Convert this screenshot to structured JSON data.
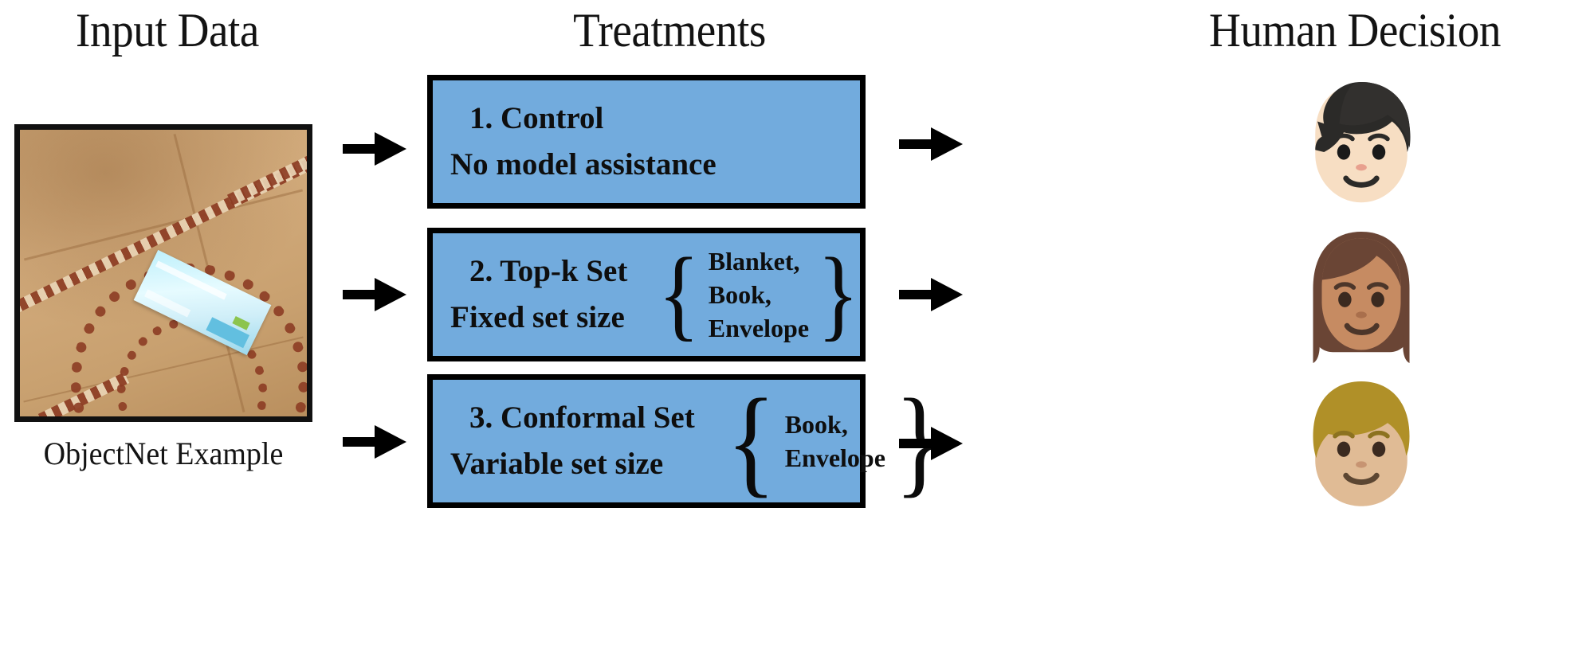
{
  "figure": {
    "type": "experiment-pipeline-diagram",
    "columns": [
      {
        "id": "input",
        "header": "Input Data"
      },
      {
        "id": "treatments",
        "header": "Treatments"
      },
      {
        "id": "human",
        "header": "Human Decision"
      }
    ]
  },
  "headers": {
    "input": "Input Data",
    "treatments": "Treatments",
    "human": "Human Decision"
  },
  "input_panel": {
    "caption": "ObjectNet Example",
    "image_description": "Photograph of a patterned tiled floor with a light blue envelope lying on it",
    "frame_color": "#111111"
  },
  "treatments": [
    {
      "index": "1.",
      "title": "1. Control",
      "subtitle": "No model assistance",
      "set": null,
      "fill": "#72ABDD",
      "border": "#000000"
    },
    {
      "index": "2.",
      "title": "2. Top-k Set",
      "subtitle": "Fixed set size",
      "set": {
        "open_brace": "{",
        "close_brace": "}",
        "items": [
          "Blanket,",
          "Book,",
          "Envelope"
        ]
      },
      "fill": "#72ABDD",
      "border": "#000000"
    },
    {
      "index": "3.",
      "title": "3. Conformal Set",
      "subtitle": "Variable set size",
      "set": {
        "open_brace": "{",
        "close_brace": "}",
        "items": [
          "Book,",
          "Envelope"
        ]
      },
      "fill": "#72ABDD",
      "border": "#000000"
    }
  ],
  "arrows": [
    {
      "name": "arrow-input-to-control",
      "direction": "right"
    },
    {
      "name": "arrow-input-to-topk",
      "direction": "right"
    },
    {
      "name": "arrow-input-to-conformal",
      "direction": "right"
    },
    {
      "name": "arrow-control-to-human",
      "direction": "right"
    },
    {
      "name": "arrow-topk-to-human",
      "direction": "right"
    },
    {
      "name": "arrow-conformal-to-human",
      "direction": "right"
    }
  ],
  "humans": [
    {
      "name": "person-emoji-dark-hair-light-skin",
      "hair": "#2B2A28",
      "skin": "#F7DEC3"
    },
    {
      "name": "woman-emoji-brown-hair-medium-skin",
      "hair": "#6A4535",
      "skin": "#C68B62"
    },
    {
      "name": "person-emoji-blond-hair-light-skin",
      "hair": "#B09028",
      "skin": "#E0BB95"
    }
  ],
  "palette": {
    "box_fill": "#72ABDD",
    "box_border": "#000000",
    "text": "#0E0E0E",
    "background": "#FFFFFF"
  }
}
